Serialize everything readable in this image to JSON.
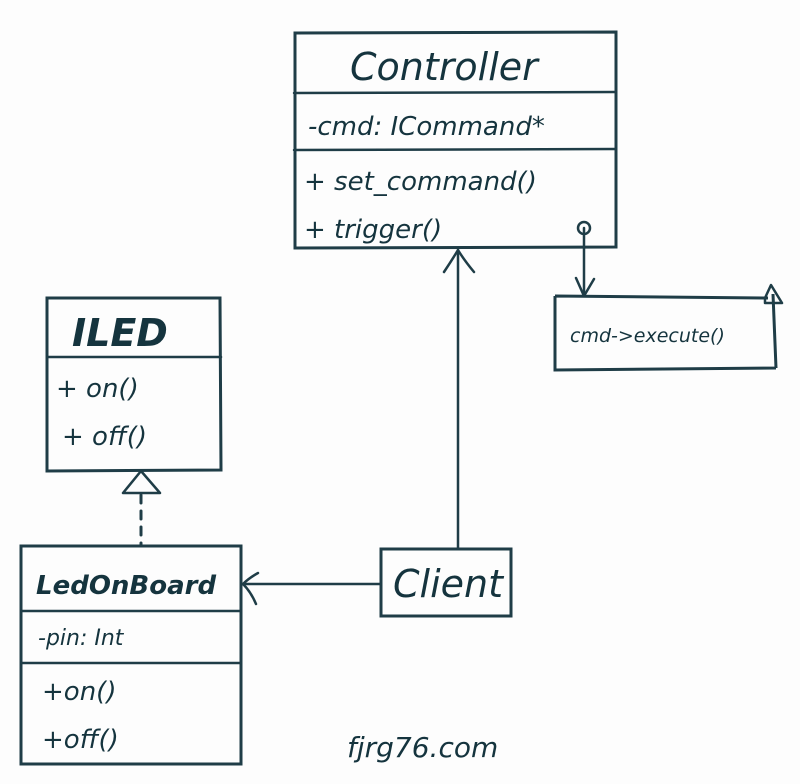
{
  "diagram": {
    "type": "UML class diagram (hand-drawn)",
    "ink_color": "#1f3d47",
    "background_color": "#fdfdfd",
    "classes": {
      "controller": {
        "name": "Controller",
        "attributes": [
          "-cmd: ICommand*"
        ],
        "methods": [
          "+ set_command()",
          "+ trigger()"
        ]
      },
      "iled": {
        "name": "ILED",
        "stereotype": "interface",
        "methods": [
          "+ on()",
          "+ off()"
        ]
      },
      "led_on_board": {
        "name": "LedOnBoard",
        "attributes": [
          "-pin: Int"
        ],
        "methods": [
          "+on()",
          "+off()"
        ]
      },
      "client": {
        "name": "Client"
      }
    },
    "note": {
      "text": "cmd->execute()",
      "attached_to": "Controller.trigger()"
    },
    "relationships": [
      {
        "from": "Client",
        "to": "Controller",
        "kind": "association"
      },
      {
        "from": "Client",
        "to": "LedOnBoard",
        "kind": "association"
      },
      {
        "from": "LedOnBoard",
        "to": "ILED",
        "kind": "realization"
      },
      {
        "from": "Controller.trigger()",
        "to": "note",
        "kind": "note-link"
      }
    ],
    "watermark": "fjrg76.com"
  }
}
